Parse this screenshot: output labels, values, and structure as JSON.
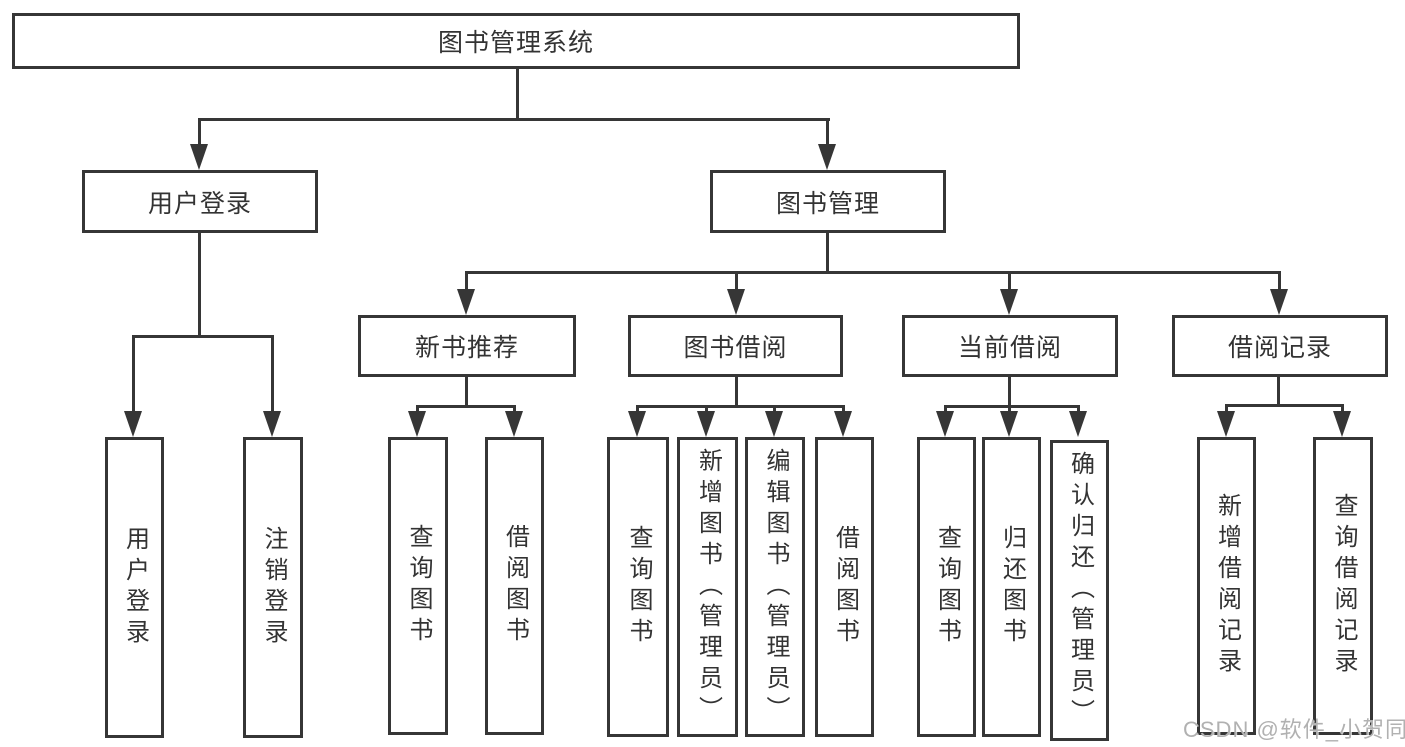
{
  "colors": {
    "line": "#363636",
    "text": "#333333",
    "watermark": "#b1b1b1",
    "background": "#ffffff"
  },
  "tree": {
    "root": {
      "label": "图书管理系统",
      "children": [
        {
          "label": "用户登录",
          "children": [
            {
              "label": "用户登录"
            },
            {
              "label": "注销登录"
            }
          ]
        },
        {
          "label": "图书管理",
          "children": [
            {
              "label": "新书推荐",
              "children": [
                {
                  "label": "查询图书"
                },
                {
                  "label": "借阅图书"
                }
              ]
            },
            {
              "label": "图书借阅",
              "children": [
                {
                  "label": "查询图书"
                },
                {
                  "label": "新增图书（管理员）"
                },
                {
                  "label": "编辑图书（管理员）"
                },
                {
                  "label": "借阅图书"
                }
              ]
            },
            {
              "label": "当前借阅",
              "children": [
                {
                  "label": "查询图书"
                },
                {
                  "label": "归还图书"
                },
                {
                  "label": "确认归还（管理员）"
                }
              ]
            },
            {
              "label": "借阅记录",
              "children": [
                {
                  "label": "新增借阅记录"
                },
                {
                  "label": "查询借阅记录"
                }
              ]
            }
          ]
        }
      ]
    }
  },
  "watermark": {
    "text": "CSDN @软件_小贺同学"
  }
}
